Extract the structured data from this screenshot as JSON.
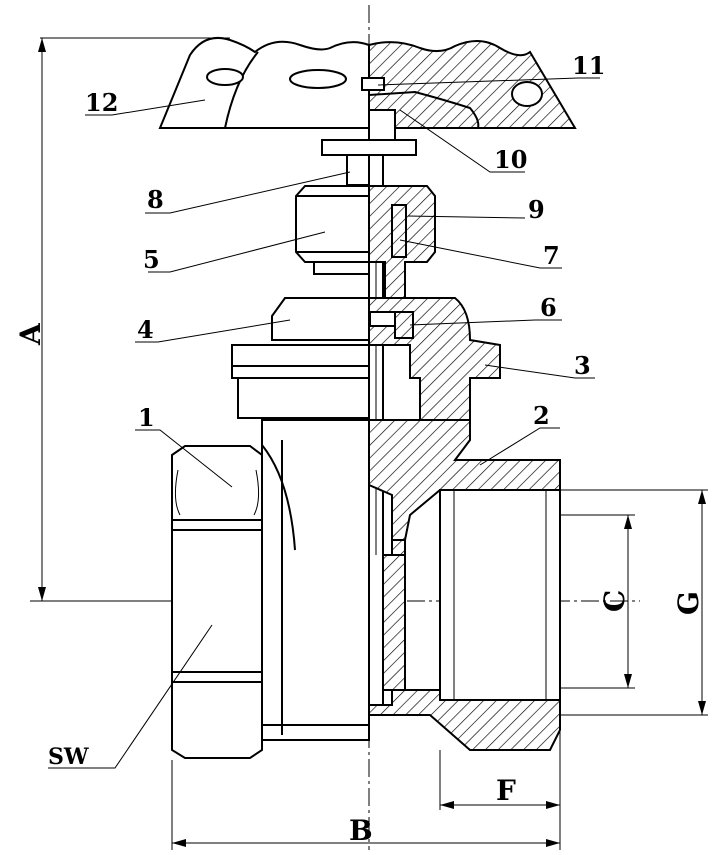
{
  "labels": {
    "part_1": "1",
    "part_2": "2",
    "part_3": "3",
    "part_4": "4",
    "part_5": "5",
    "part_6": "6",
    "part_7": "7",
    "part_8": "8",
    "part_9": "9",
    "part_10": "10",
    "part_11": "11",
    "part_12": "12",
    "sw": "SW"
  },
  "dimensions": {
    "A": "A",
    "B": "B",
    "C": "C",
    "F": "F",
    "G": "G"
  }
}
